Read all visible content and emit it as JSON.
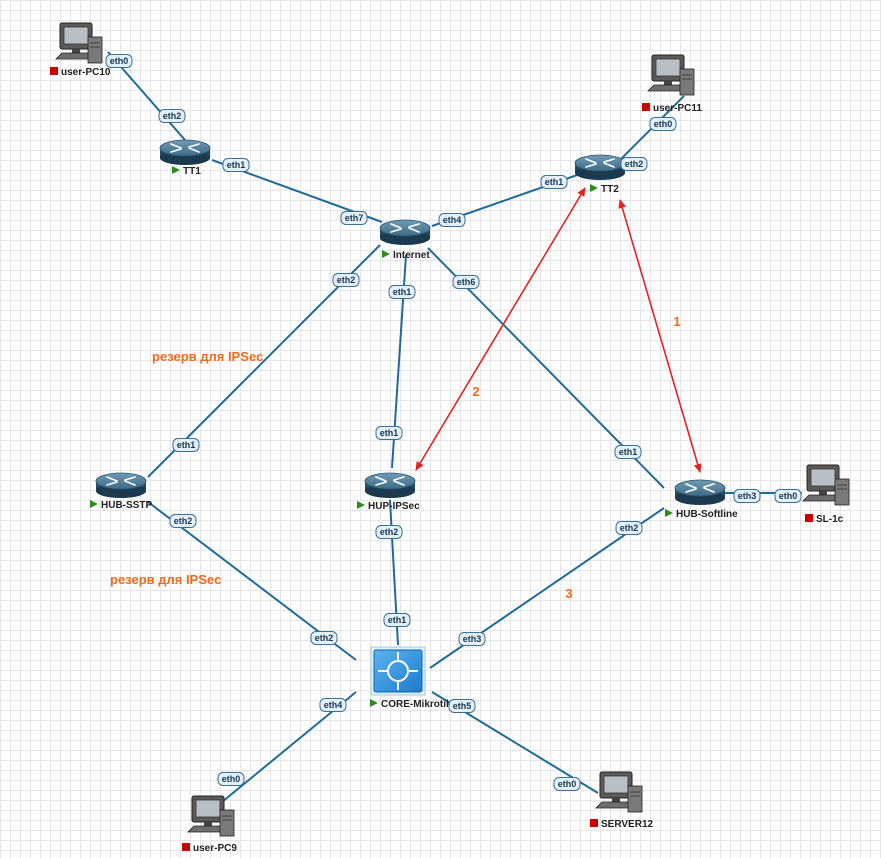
{
  "nodes": [
    {
      "id": "user-PC10",
      "label": "user-PC10",
      "type": "pc",
      "status": "stopped"
    },
    {
      "id": "user-PC11",
      "label": "user-PC11",
      "type": "pc",
      "status": "stopped"
    },
    {
      "id": "TT1",
      "label": "TT1",
      "type": "router",
      "status": "running"
    },
    {
      "id": "TT2",
      "label": "TT2",
      "type": "router",
      "status": "running"
    },
    {
      "id": "Internet",
      "label": "Internet",
      "type": "router",
      "status": "running"
    },
    {
      "id": "HUB-SSTP",
      "label": "HUB-SSTP",
      "type": "router",
      "status": "running"
    },
    {
      "id": "HUP-IPSec",
      "label": "HUP-IPSec",
      "type": "router",
      "status": "running"
    },
    {
      "id": "HUB-Softline",
      "label": "HUB-Softline",
      "type": "router",
      "status": "running"
    },
    {
      "id": "SL-1c",
      "label": "SL-1c",
      "type": "pc",
      "status": "stopped"
    },
    {
      "id": "CORE-Mikrotik",
      "label": "CORE-Mikrotik",
      "type": "switch",
      "status": "running"
    },
    {
      "id": "user-PC9",
      "label": "user-PC9",
      "type": "pc",
      "status": "stopped"
    },
    {
      "id": "SERVER12",
      "label": "SERVER12",
      "type": "pc",
      "status": "stopped"
    }
  ],
  "links": [
    {
      "from": "user-PC10",
      "to": "TT1",
      "ports": [
        "eth0",
        "eth2"
      ]
    },
    {
      "from": "TT1",
      "to": "Internet",
      "ports": [
        "eth1",
        "eth7"
      ]
    },
    {
      "from": "user-PC11",
      "to": "TT2",
      "ports": [
        "eth0",
        "eth2"
      ]
    },
    {
      "from": "Internet",
      "to": "TT2",
      "ports": [
        "eth4",
        "eth1"
      ]
    },
    {
      "from": "Internet",
      "to": "HUB-SSTP",
      "ports": [
        "eth2",
        "eth1"
      ]
    },
    {
      "from": "Internet",
      "to": "HUP-IPSec",
      "ports": [
        "eth1",
        "eth1"
      ]
    },
    {
      "from": "Internet",
      "to": "HUB-Softline",
      "ports": [
        "eth6",
        "eth1"
      ]
    },
    {
      "from": "HUB-Softline",
      "to": "SL-1c",
      "ports": [
        "eth3",
        "eth0"
      ]
    },
    {
      "from": "HUB-SSTP",
      "to": "CORE-Mikrotik",
      "ports": [
        "eth2",
        "eth2"
      ]
    },
    {
      "from": "HUP-IPSec",
      "to": "CORE-Mikrotik",
      "ports": [
        "eth2",
        "eth1"
      ]
    },
    {
      "from": "HUB-Softline",
      "to": "CORE-Mikrotik",
      "ports": [
        "eth2",
        "eth3"
      ]
    },
    {
      "from": "CORE-Mikrotik",
      "to": "user-PC9",
      "ports": [
        "eth4",
        "eth0"
      ]
    },
    {
      "from": "CORE-Mikrotik",
      "to": "SERVER12",
      "ports": [
        "eth5",
        "eth0"
      ]
    }
  ],
  "tunnels": [
    {
      "label": "1",
      "from": "TT2",
      "to": "HUB-Softline"
    },
    {
      "label": "2",
      "from": "TT2",
      "to": "HUP-IPSec"
    },
    {
      "label": "3",
      "from": "HUB-Softline",
      "to": "CORE-Mikrotik"
    }
  ],
  "annotations": [
    {
      "text": "резерв  для IPSec"
    },
    {
      "text": "резерв  для IPSec"
    }
  ],
  "colors": {
    "link": "#1f6b96",
    "tunnel_arrow": "#e02424",
    "annotation": "#f06a1d",
    "running": "#2e8b1e",
    "stopped": "#cc0000",
    "port_fill": "#e3f0f9",
    "port_stroke": "#3b6f95"
  }
}
